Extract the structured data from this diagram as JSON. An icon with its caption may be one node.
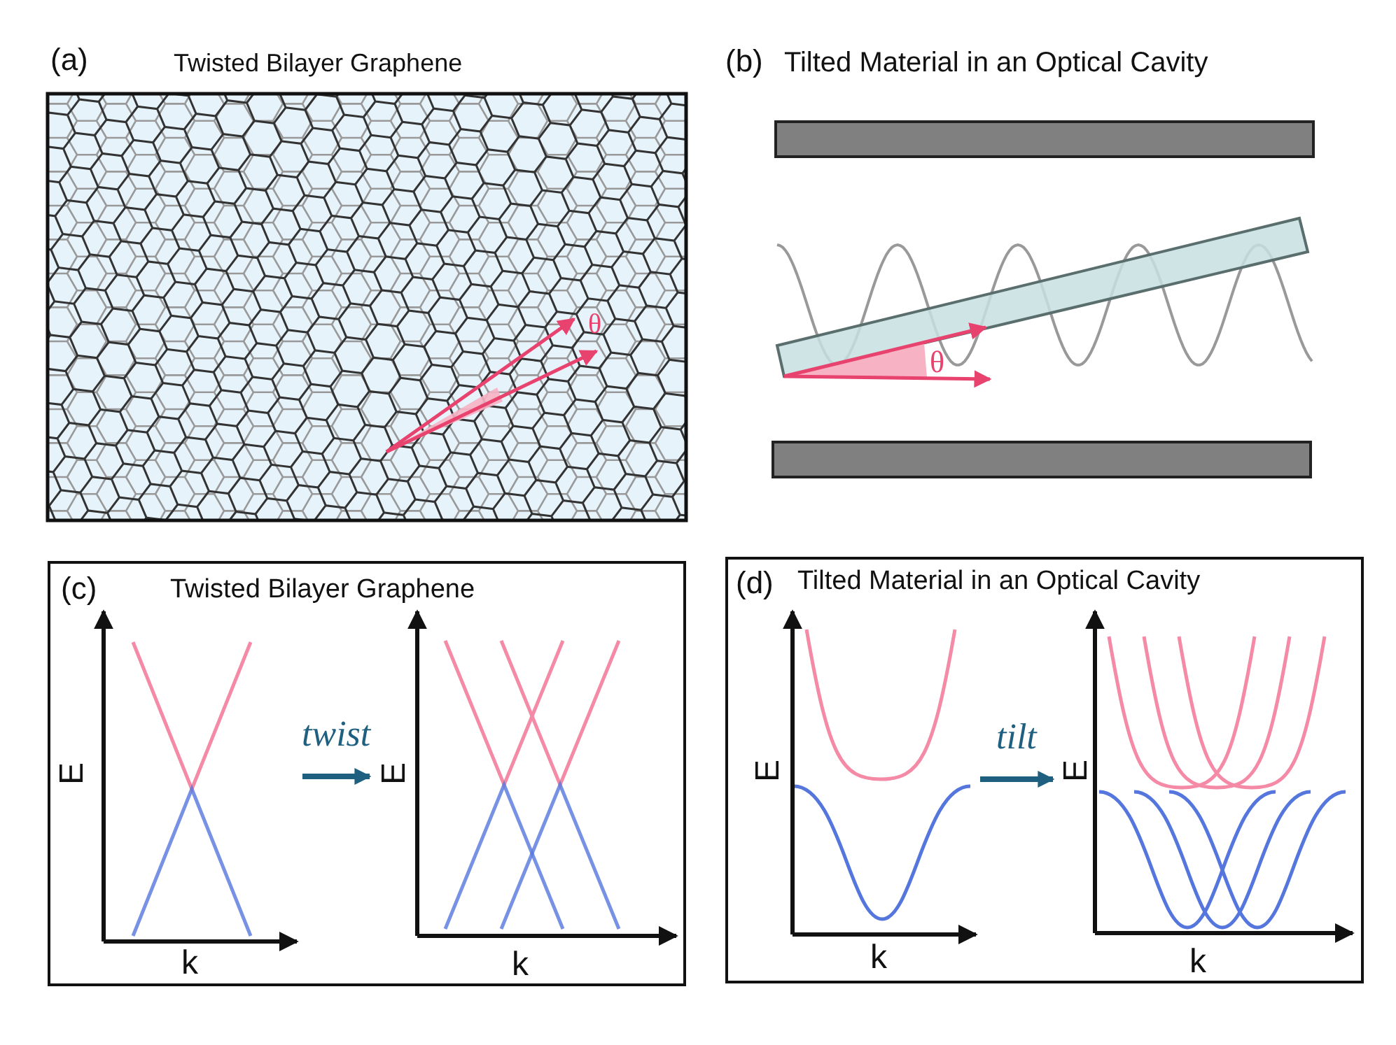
{
  "diagram": {
    "nodes": [
      {
        "text": [
          "(c)",
          "Twisted Bilayer Graphene"
        ]
      },
      {
        "text": [
          "E",
          "k"
        ],
        "in": 0
      },
      {
        "text": [
          "E",
          "k"
        ],
        "in": 0
      },
      {
        "text": [
          "(d)",
          "Tilted Material in an Optical Cavity"
        ]
      },
      {
        "text": [
          "E",
          "k"
        ],
        "in": 3
      },
      {
        "text": [
          "E",
          "k"
        ],
        "in": 3
      }
    ],
    "edges": [
      {
        "from": 1,
        "to": 2,
        "arrow": "to",
        "label": "twist"
      },
      {
        "from": 4,
        "to": 5,
        "arrow": "to",
        "label": "tilt"
      }
    ],
    "labels": [
      "(a)",
      "Twisted Bilayer Graphene",
      "(b)",
      "Tilted Material in an Optical Cavity",
      "θ",
      "θ"
    ]
  }
}
